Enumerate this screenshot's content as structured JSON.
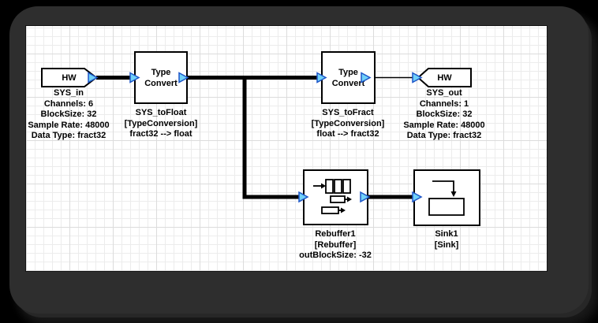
{
  "canvas": {
    "blocks": {
      "sys_in": {
        "shape_label": "HW",
        "lines": [
          "SYS_in",
          "Channels: 6",
          "BlockSize: 32",
          "Sample Rate: 48000",
          "Data Type: fract32"
        ]
      },
      "sys_to_float": {
        "block_label": "Type Convert",
        "lines": [
          "SYS_toFloat",
          "[TypeConversion]",
          "fract32 --> float"
        ]
      },
      "sys_to_fract": {
        "block_label": "Type Convert",
        "lines": [
          "SYS_toFract",
          "[TypeConversion]",
          "float --> fract32"
        ]
      },
      "sys_out": {
        "shape_label": "HW",
        "lines": [
          "SYS_out",
          "Channels: 1",
          "BlockSize: 32",
          "Sample Rate: 48000",
          "Data Type: fract32"
        ]
      },
      "rebuffer1": {
        "lines": [
          "Rebuffer1",
          "[Rebuffer]",
          "outBlockSize: -32"
        ]
      },
      "sink1": {
        "lines": [
          "Sink1",
          "[Sink]"
        ]
      }
    },
    "colors": {
      "page_bg": "#000000",
      "frame": "#2E2E2E",
      "canvas_bg": "#FFFFFF",
      "grid_minor": "#ECECEC",
      "grid_major": "#DCDCDC",
      "block_border": "#000000",
      "block_fill": "#FFFFFF",
      "wire": "#000000",
      "port_fill": "#70D1F8",
      "port_stroke": "#1E56C8"
    }
  }
}
